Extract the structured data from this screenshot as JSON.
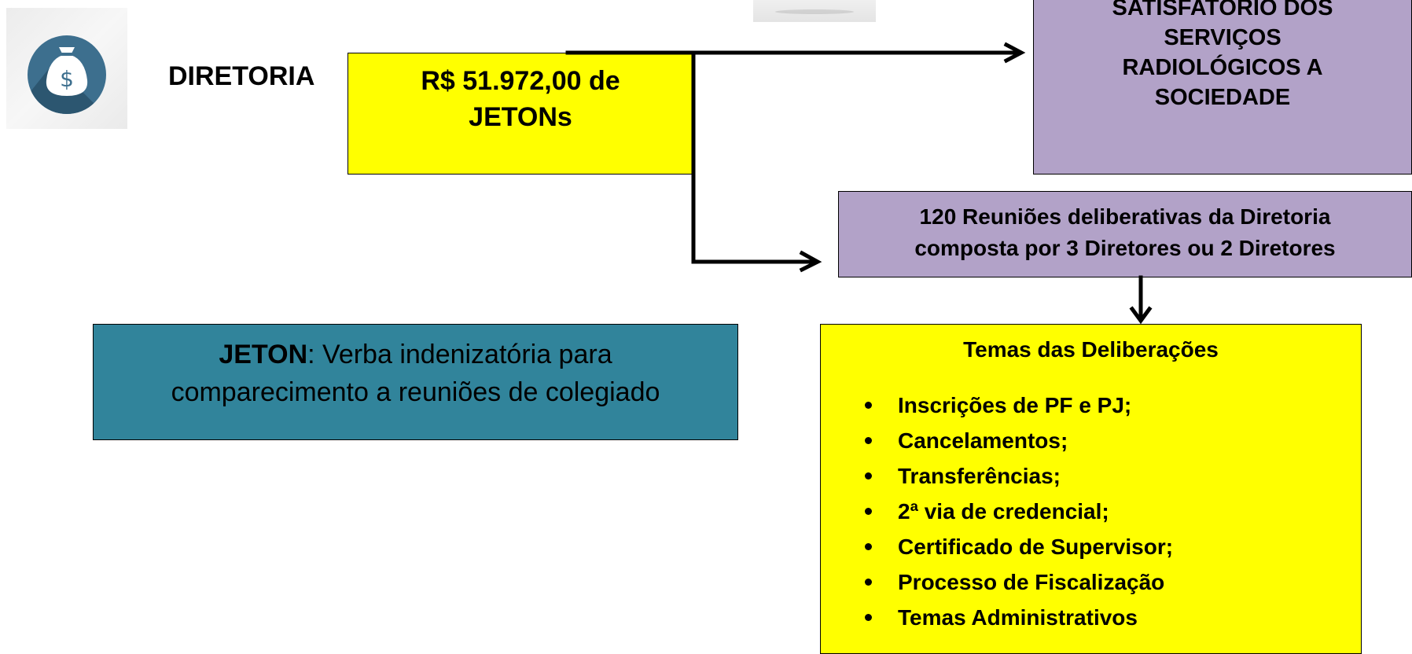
{
  "header": {
    "diretoria_label": "DIRETORIA"
  },
  "boxes": {
    "jetons": {
      "line1": "R$ 51.972,00 de",
      "line2": "JETONs",
      "color": "#ffff00"
    },
    "resultado": {
      "lines": [
        "SATISFATÓRIO DOS",
        "SERVIÇOS",
        "RADIOLÓGICOS A",
        "SOCIEDADE"
      ],
      "color": "#b2a2c8"
    },
    "reunioes": {
      "line1": "120 Reuniões deliberativas da Diretoria",
      "line2": "composta por 3 Diretores ou 2 Diretores",
      "color": "#b2a2c8"
    },
    "jeton_definition": {
      "term": "JETON",
      "definition_part1": ": Verba indenizatória para",
      "definition_part2": "comparecimento a reuniões de colegiado",
      "color": "#31849b"
    },
    "temas": {
      "title": "Temas das Deliberações",
      "items": [
        "Inscrições de PF e PJ;",
        "Cancelamentos;",
        "Transferências;",
        "2ª via  de credencial;",
        "Certificado de Supervisor;",
        "Processo de Fiscalização",
        "Temas Administrativos"
      ],
      "color": "#ffff00"
    }
  },
  "icons": {
    "money_bag": "money-bag-icon",
    "money_bag_color": "#3d6f8e"
  }
}
